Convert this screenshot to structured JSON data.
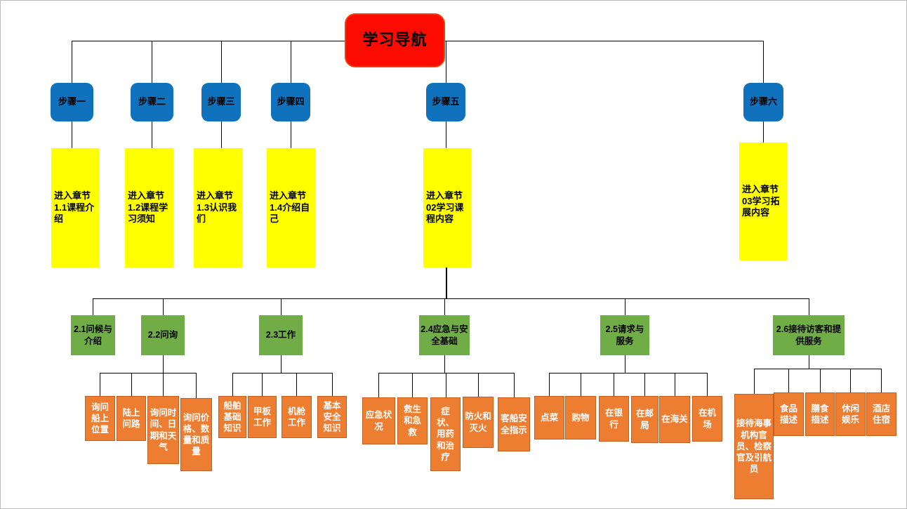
{
  "root": {
    "label": "学习导航"
  },
  "steps": [
    {
      "label": "步骤一"
    },
    {
      "label": "步骤二"
    },
    {
      "label": "步骤三"
    },
    {
      "label": "步骤四"
    },
    {
      "label": "步骤五"
    },
    {
      "label": "步骤六"
    }
  ],
  "chapters": [
    {
      "label": "进入章节1.1课程介绍"
    },
    {
      "label": "进入章节1.2课程学习须知"
    },
    {
      "label": "进入章节1.3认识我们"
    },
    {
      "label": "进入章节1.4介绍自己"
    },
    {
      "label": "进入章节02学习课程内容"
    },
    {
      "label": "进入章节03学习拓展内容"
    }
  ],
  "sections": [
    {
      "label": "2.1问候与介绍"
    },
    {
      "label": "2.2问询"
    },
    {
      "label": "2.3工作"
    },
    {
      "label": "2.4应急与安全基础"
    },
    {
      "label": "2.5请求与服务"
    },
    {
      "label": "2.6接待访客和提供服务"
    }
  ],
  "topics": {
    "inquiry": [
      "询问船上位置",
      "陆上问路",
      "询问时间、日期和天气",
      "询问价格、数量和质量"
    ],
    "work": [
      "船舶基础知识",
      "甲板工作",
      "机舱工作",
      "基本安全知识"
    ],
    "emergency": [
      "应急状况",
      "救生和急救",
      "症状、用药和治疗",
      "防火和灭火",
      "客船安全指示"
    ],
    "service": [
      "点菜",
      "购物",
      "在银行",
      "在邮局",
      "在海关",
      "在机场"
    ],
    "reception": [
      "接待海事机构官员、检察官及引航员",
      "食品描述",
      "膳食描述",
      "休闲娱乐",
      "酒店住宿"
    ]
  },
  "colors": {
    "root": "#fb0b00",
    "step": "#1072bc",
    "chapter": "#ffff00",
    "section": "#70ad47",
    "topic": "#ed7d31",
    "connector": "#000000"
  }
}
